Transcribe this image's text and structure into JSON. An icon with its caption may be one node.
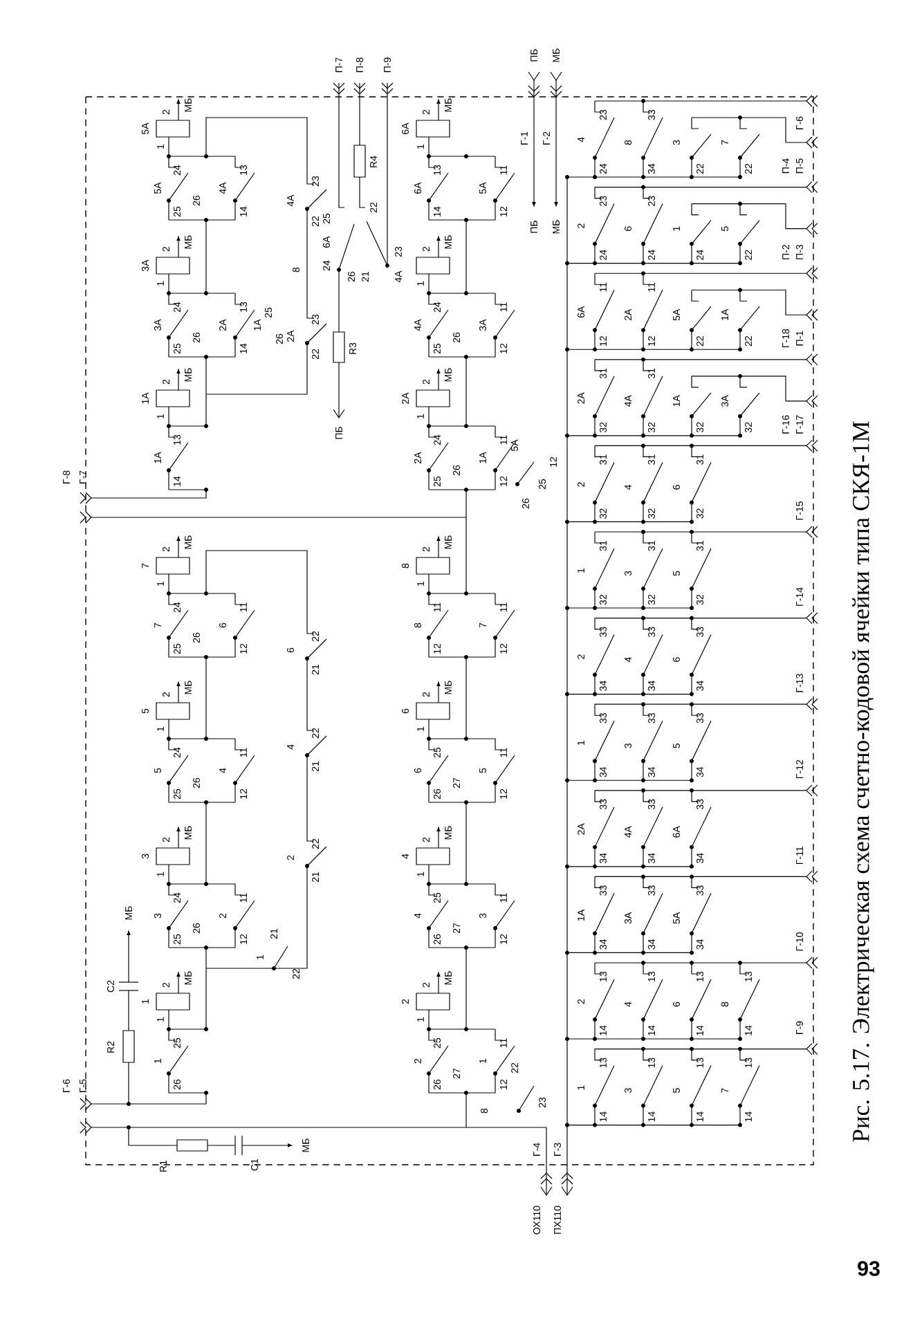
{
  "diagram": {
    "caption": "Рис. 5.17. Электрическая схема счетно-кодовой ячейки типа СКЯ-1М",
    "labels": [
      "5А",
      "2",
      "МБ",
      "1",
      "24",
      "5А",
      "25",
      "26",
      "4А",
      "13",
      "14",
      "3А",
      "2",
      "МБ",
      "1",
      "24",
      "3А",
      "25",
      "26",
      "2А",
      "13",
      "14",
      "1А",
      "25",
      "26",
      "1А",
      "2",
      "МБ",
      "1",
      "13",
      "1А",
      "14",
      "6А",
      "2",
      "МБ",
      "1",
      "13",
      "6А",
      "14",
      "5А",
      "11",
      "12",
      "2",
      "МБ",
      "1",
      "24",
      "4А",
      "25",
      "26",
      "3А",
      "11",
      "12",
      "2А",
      "2",
      "МБ",
      "1",
      "24",
      "2А",
      "25",
      "26",
      "1А",
      "11",
      "12",
      "5А",
      "25",
      "12",
      "26",
      "4А",
      "22",
      "23",
      "8",
      "2А",
      "22",
      "23",
      "R3",
      "R4",
      "25",
      "6А",
      "24",
      "26",
      "21",
      "22",
      "23",
      "4А",
      "ПБ",
      "П-7",
      "П-8",
      "П-9",
      "7",
      "2",
      "МБ",
      "1",
      "24",
      "7",
      "25",
      "26",
      "6",
      "11",
      "12",
      "5",
      "2",
      "МБ",
      "1",
      "24",
      "5",
      "25",
      "26",
      "4",
      "11",
      "12",
      "3",
      "2",
      "МБ",
      "1",
      "24",
      "3",
      "25",
      "26",
      "2",
      "11",
      "12",
      "1",
      "21",
      "22",
      "1",
      "2",
      "МБ",
      "1",
      "25",
      "1",
      "26",
      "8",
      "2",
      "МБ",
      "1",
      "11",
      "8",
      "12",
      "7",
      "11",
      "12",
      "6",
      "2",
      "МБ",
      "1",
      "25",
      "6",
      "26",
      "27",
      "5",
      "11",
      "12",
      "4",
      "2",
      "МБ",
      "1",
      "25",
      "4",
      "26",
      "27",
      "3",
      "11",
      "12",
      "2",
      "2",
      "МБ",
      "1",
      "25",
      "2",
      "26",
      "27",
      "1",
      "11",
      "12",
      "22",
      "23",
      "8",
      "6",
      "21",
      "22",
      "4",
      "21",
      "22",
      "2",
      "21",
      "22",
      "C2",
      "МБ",
      "R2",
      "R1",
      "C1",
      "МБ",
      "Г-6",
      "Г-5",
      "Г-8",
      "Г-7",
      "ПБ",
      "МБ",
      "Г-1",
      "Г-2",
      "ПБ",
      "МБ",
      "4",
      "23",
      "24",
      "8",
      "33",
      "34",
      "3",
      "22",
      "7",
      "22",
      "Г-6",
      "П-4",
      "П-5",
      "2",
      "23",
      "24",
      "6",
      "23",
      "24",
      "1",
      "24",
      "5",
      "22",
      "П-2",
      "П-3",
      "6А",
      "11",
      "12",
      "2А",
      "11",
      "12",
      "5А",
      "22",
      "1А",
      "22",
      "Г-18",
      "П-1",
      "2А",
      "31",
      "32",
      "4А",
      "31",
      "32",
      "1А",
      "32",
      "3А",
      "32",
      "Г-16",
      "Г-17",
      "2",
      "31",
      "32",
      "4",
      "31",
      "32",
      "6",
      "31",
      "32",
      "Г-15",
      "1",
      "31",
      "32",
      "3",
      "31",
      "32",
      "5",
      "31",
      "32",
      "Г-14",
      "2",
      "33",
      "34",
      "4",
      "33",
      "34",
      "6",
      "33",
      "34",
      "Г-13",
      "1",
      "33",
      "34",
      "3",
      "33",
      "34",
      "5",
      "33",
      "34",
      "Г-12",
      "2А",
      "33",
      "34",
      "4А",
      "33",
      "34",
      "6А",
      "33",
      "34",
      "Г-11",
      "1А",
      "33",
      "34",
      "3А",
      "33",
      "34",
      "5А",
      "33",
      "34",
      "Г-10",
      "2",
      "13",
      "14",
      "4",
      "13",
      "14",
      "6",
      "13",
      "14",
      "8",
      "13",
      "14",
      "Г-9",
      "1",
      "13",
      "14",
      "3",
      "13",
      "14",
      "5",
      "13",
      "14",
      "7",
      "13",
      "14",
      "ОХ110",
      "Г-4",
      "ПХ110",
      "Г-3",
      "93"
    ]
  }
}
